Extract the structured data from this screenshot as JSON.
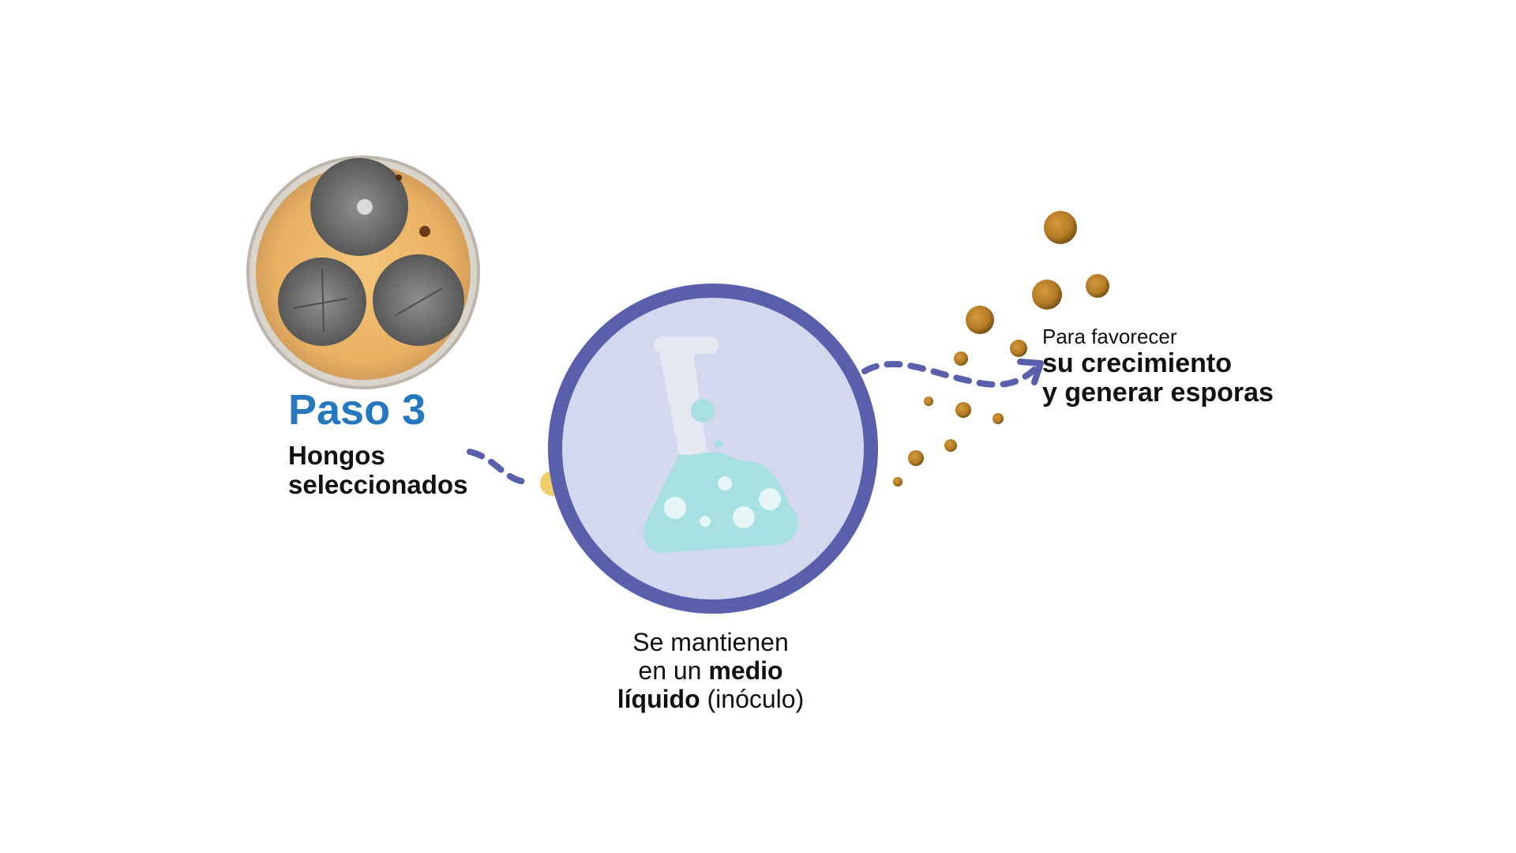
{
  "colors": {
    "accent_blue": "#2578c0",
    "ring_purple": "#5a5fac",
    "inner_fill": "#d3d8ee",
    "liquid": "#a8dfe2",
    "connector_dot": "#f0cf6a",
    "spore": "#b07a26"
  },
  "icons": {
    "petri_dish": "petri-dish-illustration",
    "flask": "flask-icon",
    "arrow": "arrow-icon"
  },
  "step": {
    "title": "Paso 3",
    "desc_line1": "Hongos",
    "desc_line2": "seleccionados"
  },
  "center": {
    "line1": "Se mantienen",
    "line2_a": "en un ",
    "line2_b": "medio",
    "line3_a": "líquido",
    "line3_b": " (inóculo)"
  },
  "right": {
    "line1": "Para favorecer",
    "line2": "su crecimiento",
    "line3": "y generar esporas"
  }
}
